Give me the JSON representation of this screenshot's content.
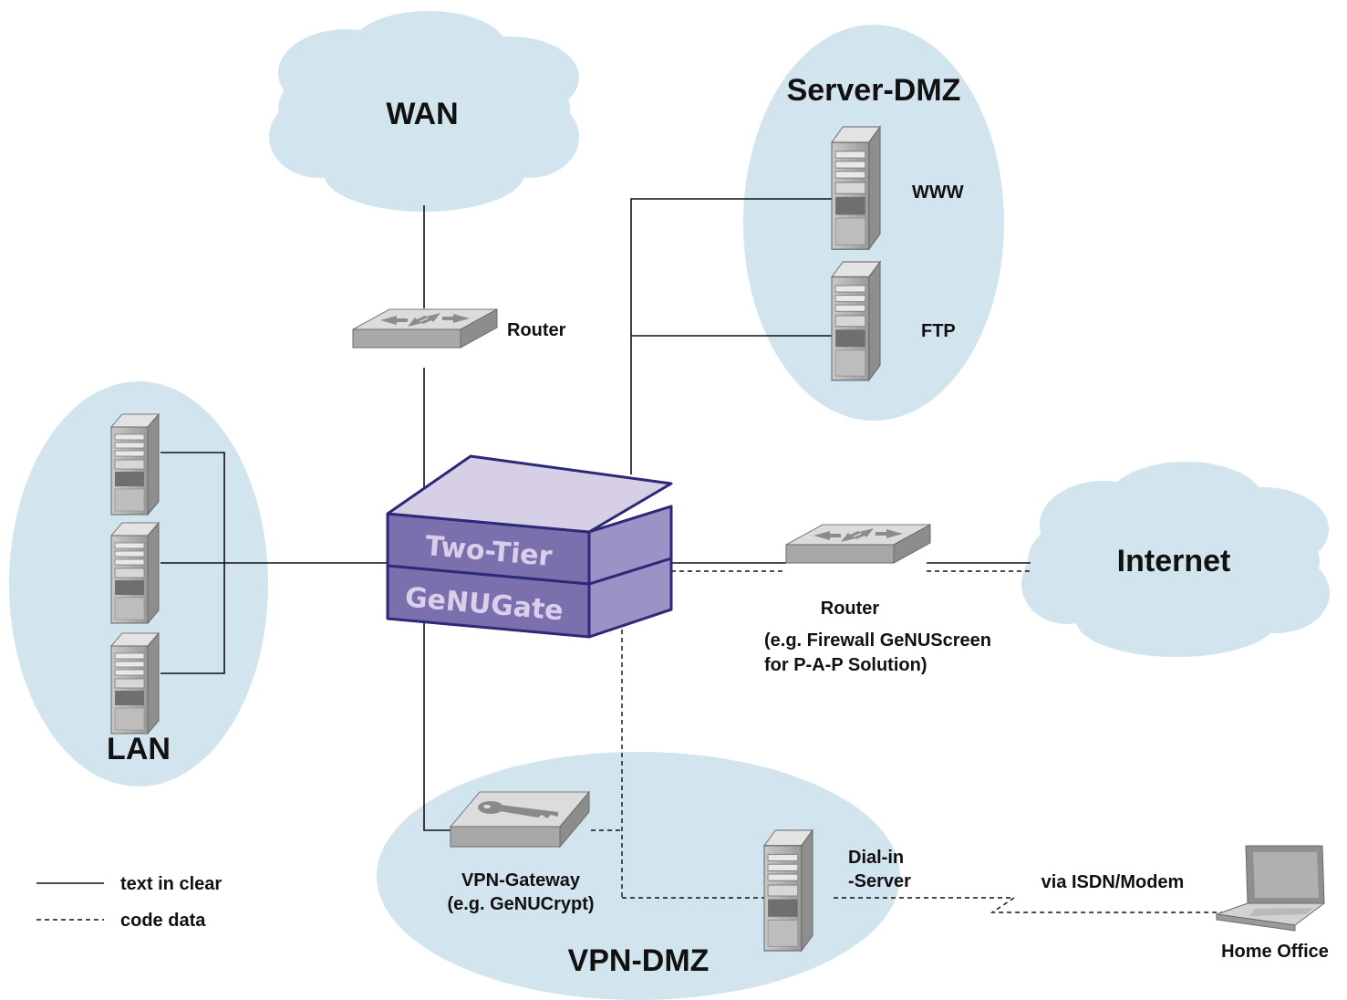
{
  "colors": {
    "zone_fill": "#d2e4ee",
    "device_grey": "#a9a9a9",
    "gateway_purple": "#7b6fae",
    "gateway_top": "#d6cfe6",
    "line": "#111111"
  },
  "zones": {
    "wan": "WAN",
    "server_dmz": "Server-DMZ",
    "lan": "LAN",
    "internet": "Internet",
    "vpn_dmz": "VPN-DMZ"
  },
  "servers": {
    "www": "WWW",
    "ftp": "FTP"
  },
  "router_top": {
    "label": "Router"
  },
  "router_right": {
    "label": "Router",
    "note_line1": "(e.g. Firewall GeNUScreen",
    "note_line2": "for P-A-P Solution)"
  },
  "gateway": {
    "line1": "Two-Tier",
    "line2": "GeNUGate"
  },
  "vpn_gateway": {
    "line1": "VPN-Gateway",
    "line2": "(e.g. GeNUCrypt)"
  },
  "dialin": {
    "line1": "Dial-in",
    "line2": "-Server"
  },
  "link_isdn": "via ISDN/Modem",
  "home_office": "Home Office",
  "legend": {
    "solid": "text in clear",
    "dashed": "code data"
  }
}
